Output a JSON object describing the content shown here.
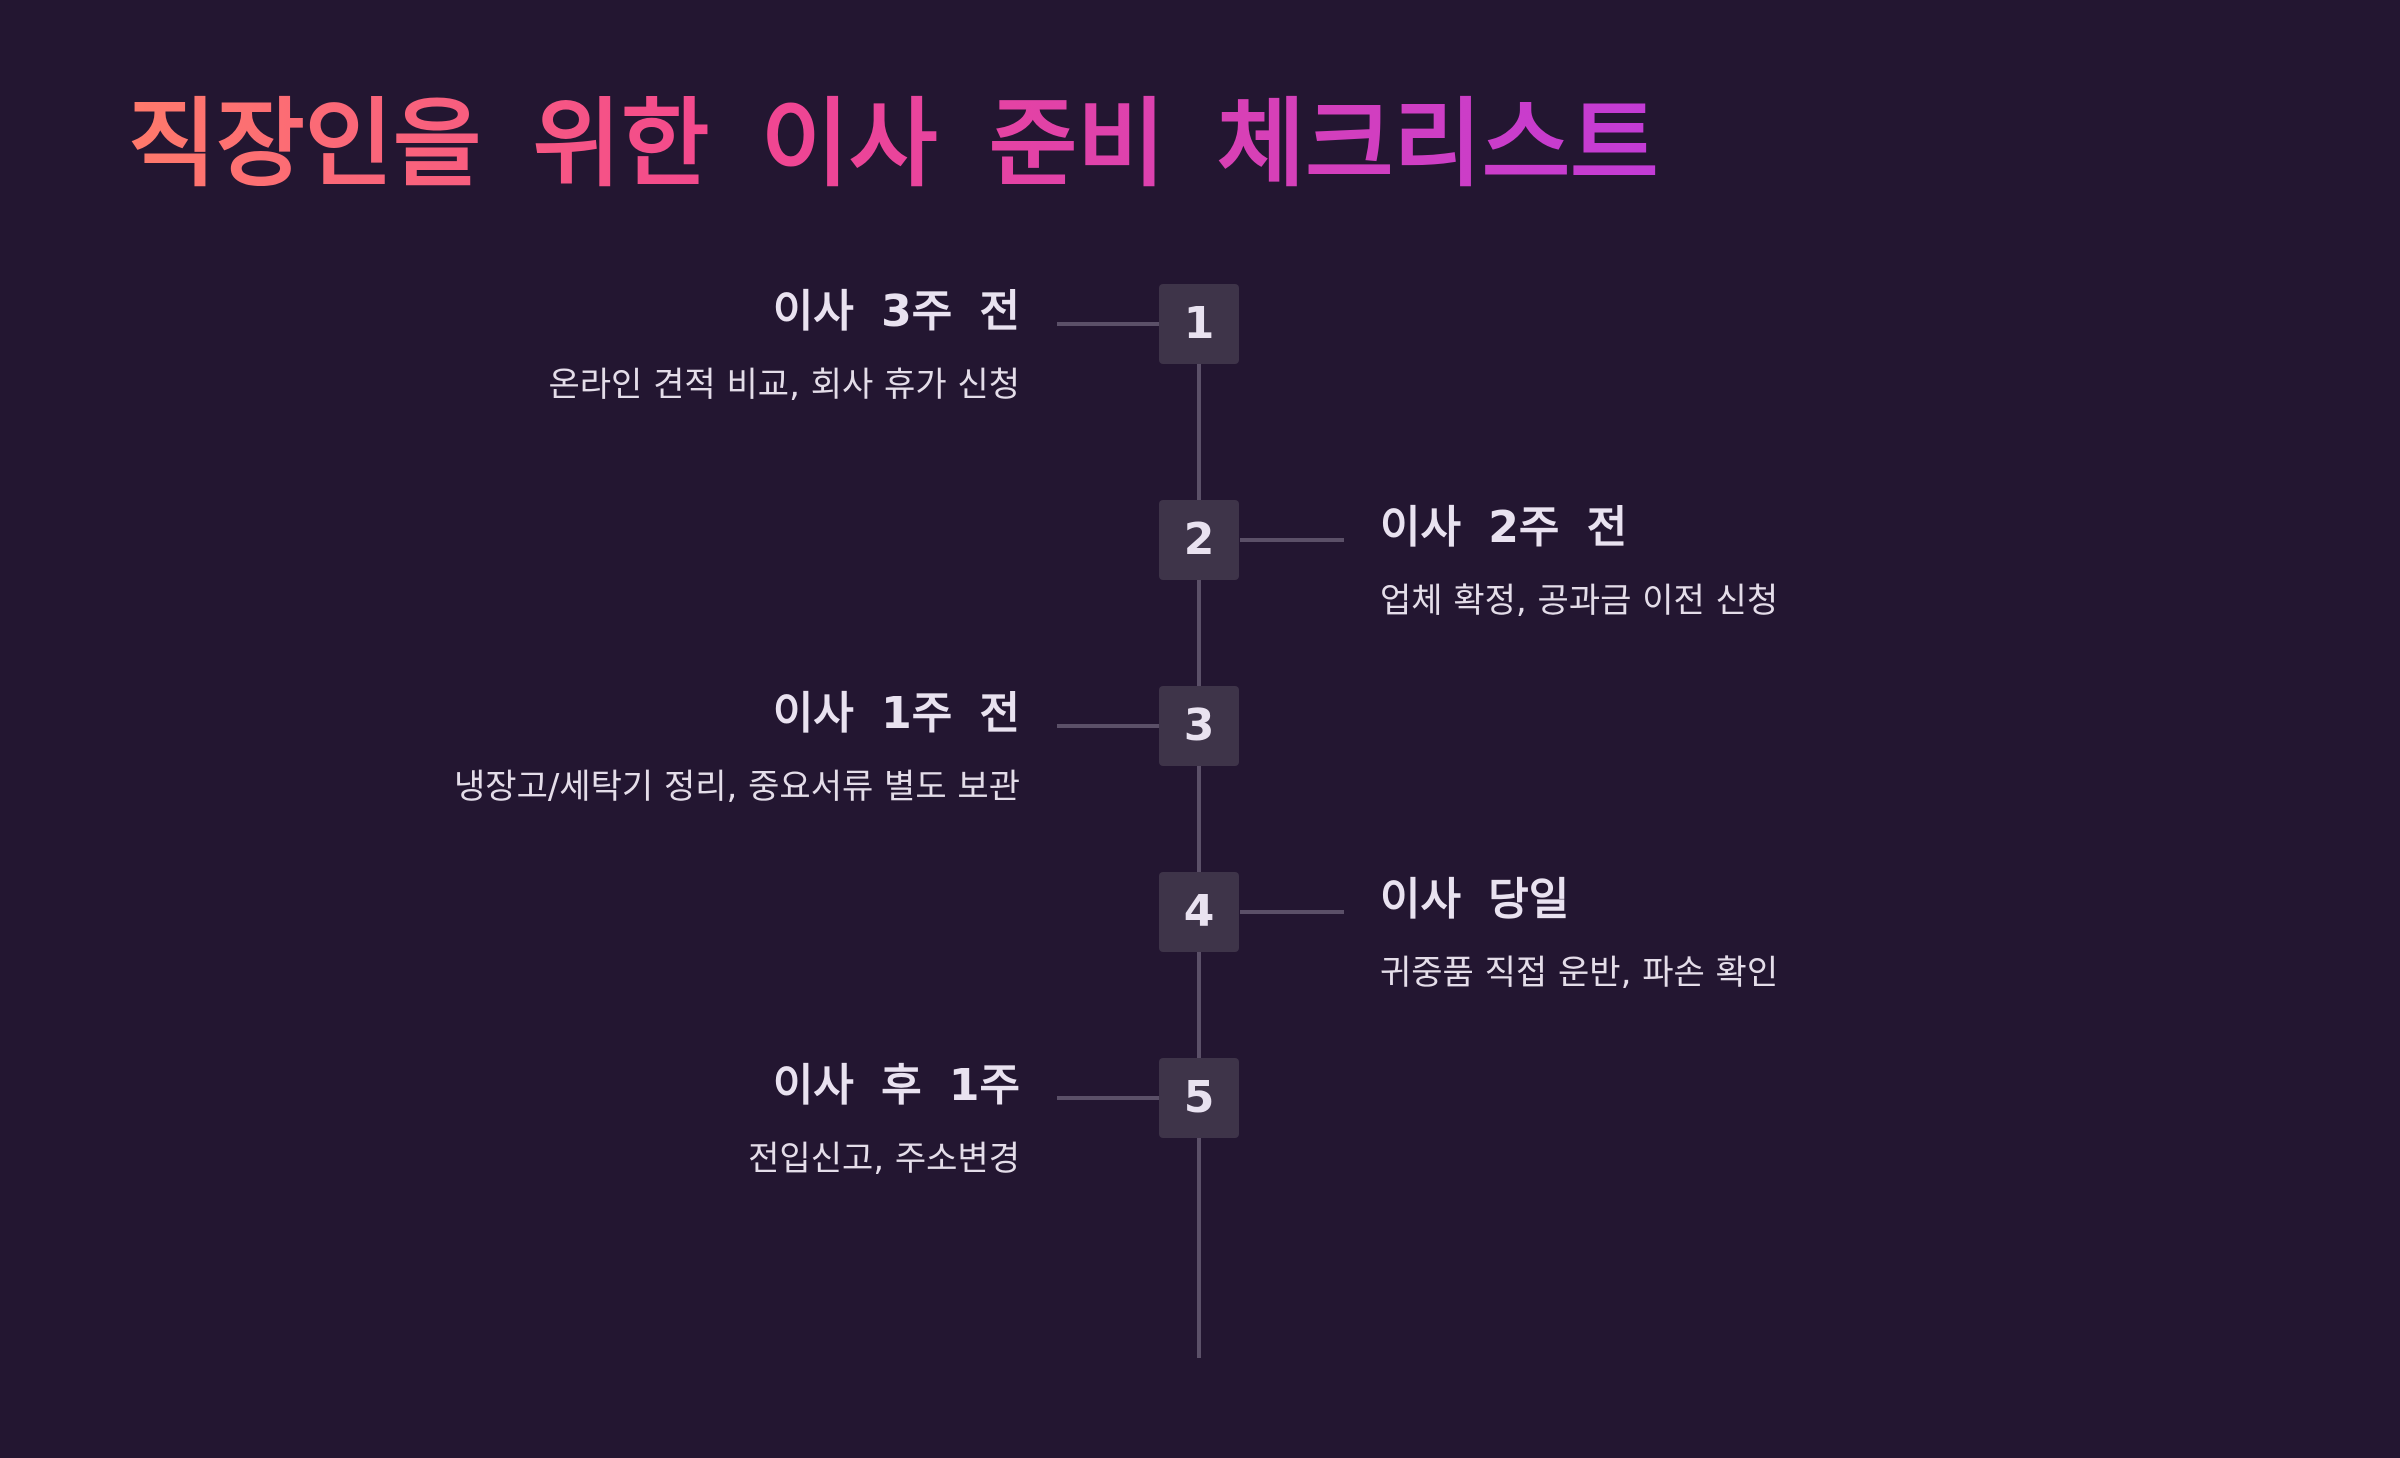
{
  "title": "직장인을 위한 이사 준비 체크리스트",
  "colors": {
    "background": "#231631",
    "title_gradient": [
      "#ff7a6b",
      "#f2468f",
      "#c23bd6"
    ],
    "marker": "#3e3449",
    "line": "#5b5068",
    "text": "#e9e2f0"
  },
  "steps": [
    {
      "number": "1",
      "side": "left",
      "heading": "이사 3주 전",
      "description": "온라인 견적 비교, 회사 휴가 신청"
    },
    {
      "number": "2",
      "side": "right",
      "heading": "이사 2주 전",
      "description": "업체 확정, 공과금 이전 신청"
    },
    {
      "number": "3",
      "side": "left",
      "heading": "이사 1주 전",
      "description": "냉장고/세탁기 정리, 중요서류 별도 보관"
    },
    {
      "number": "4",
      "side": "right",
      "heading": "이사 당일",
      "description": "귀중품 직접 운반, 파손 확인"
    },
    {
      "number": "5",
      "side": "left",
      "heading": "이사 후 1주",
      "description": "전입신고, 주소변경"
    }
  ]
}
